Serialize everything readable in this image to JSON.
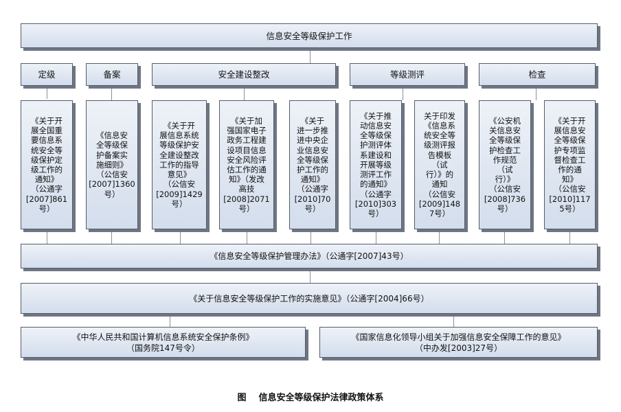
{
  "title": "信息安全等级保护工作",
  "categories": [
    "定级",
    "备案",
    "安全建设整改",
    "等级测评",
    "检查"
  ],
  "documents": [
    "《关于开\n展全国重\n要信息系\n统安全等\n级保护定\n级工作的\n通知》\n（公通字\n[2007]861\n号）",
    "《信息安\n全等级保\n护备案实\n施细则》\n（公信安\n[2007]1360\n号）",
    "《关于开\n展信息系统\n等级保护安\n全建设整改\n工作的指导\n意见》\n（公信安\n[2009]1429\n号）",
    "《关于加\n强国家电子\n政务工程建\n设项目信息\n安全风险评\n估工作的通\n知》（发改\n高技\n[2008]2071\n号）",
    "《关于\n进一步推\n进中央企\n业信息安\n全等级保\n护工作的\n通知》\n（公通字\n[2010]70\n号）",
    "《关于推\n动信息安\n全等级保\n护测评体\n系建设和\n开展等级\n测评工作\n的通知》\n（公通字\n[2010]303\n号）",
    "关于印发\n《信息系\n统安全等\n级测评报\n告模板\n（试\n行）》的\n通知\n（公信安\n[2009]148\n7号）",
    "《公安机\n关信息安\n全等级保\n护检查工\n作规范\n（试\n行）》\n（公信安\n[2008]736\n号）",
    "《关于开\n展信息安\n全等级保\n护专项监\n督检查工\n作的通\n知》\n（公信安\n[2010]117\n5号）"
  ],
  "regulation": "《信息安全等级保护管理办法》（公通字[2007]43号）",
  "opinion": "《关于信息安全等级保护工作的实施意见》（公通字[2004]66号）",
  "basis_left": "《中华人民共和国计算机信息系统安全保护条例》\n（国务院147号令）",
  "basis_right": "《国家信息化领导小组关于加强信息安全保障工作的意见》\n（中办发[2003]27号）",
  "caption": "图    信息安全等级保护法律政策体系"
}
